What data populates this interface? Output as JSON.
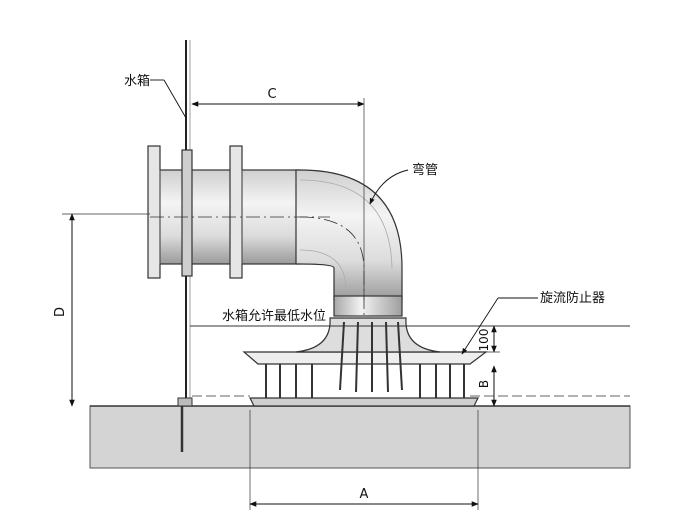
{
  "labels": {
    "tank": "水箱",
    "elbow": "弯管",
    "anti_vortex": "旋流防止器",
    "min_water_level": "水箱允许最低水位"
  },
  "dimensions": {
    "a": "A",
    "b": "B",
    "c": "C",
    "d": "D",
    "height_100": "100"
  }
}
